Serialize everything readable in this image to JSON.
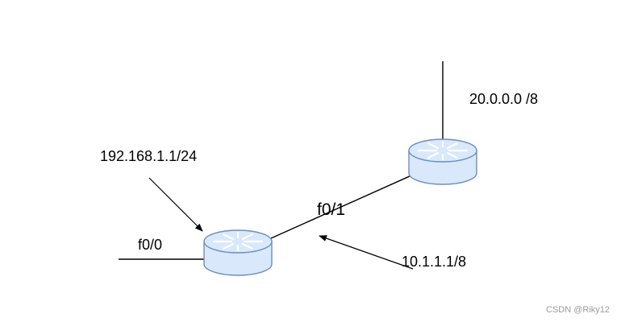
{
  "diagram": {
    "labels": {
      "ip_192": "192.168.1.1/24",
      "f0_0": "f0/0",
      "f0_1": "f0/1",
      "ip_10": "10.1.1.1/8",
      "net_20": "20.0.0.0 /8"
    },
    "colors": {
      "router_body": "#dae8fc",
      "router_stroke": "#6c8ebf",
      "line": "#000000"
    },
    "icons": {
      "router_left": "router-icon",
      "router_right": "router-icon"
    }
  },
  "watermark": "CSDN @Riky12"
}
